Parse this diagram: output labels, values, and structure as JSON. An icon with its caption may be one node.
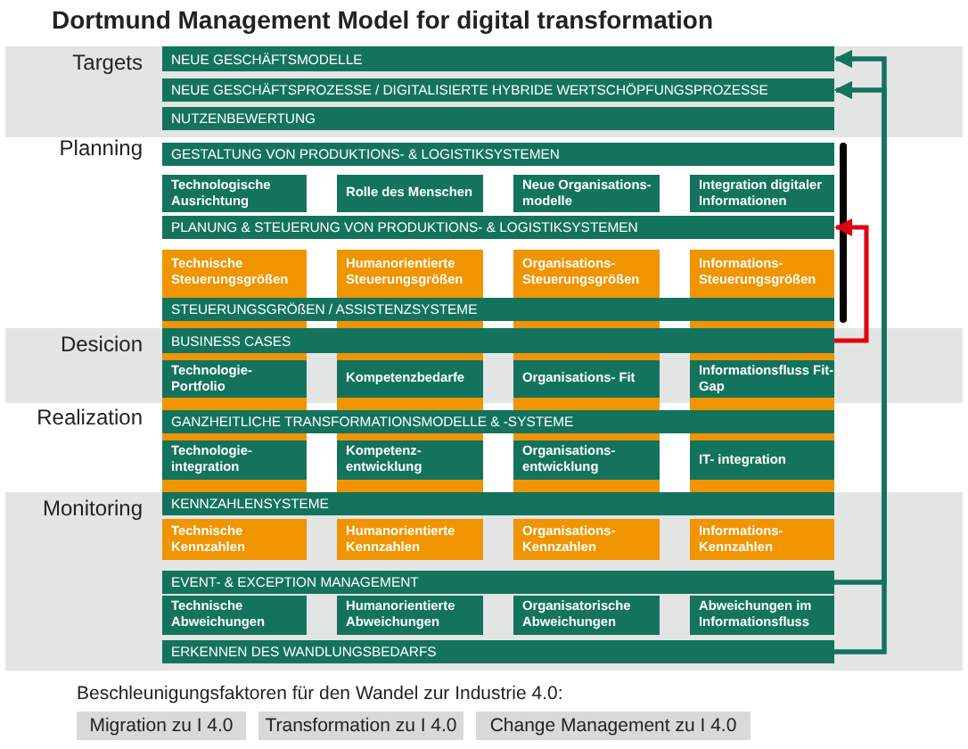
{
  "diagram": {
    "title": "Dortmund Management Model for digital transformation",
    "nodes": [
      {
        "text": [
          "NEUE GESCHÄFTSMODELLE"
        ]
      },
      {
        "text": [
          "NEUE GESCHÄFTSPROZESSE / DIGITALISIERTE HYBRIDE WERTSCHÖPFUNGSPROZESSE"
        ]
      },
      {
        "text": [
          "NUTZENBEWERTUNG"
        ]
      },
      {
        "text": [
          "GESTALTUNG VON PRODUKTIONS- & LOGISTIKSYSTEMEN"
        ]
      },
      {
        "text": [
          "Technologische Ausrichtung"
        ]
      },
      {
        "text": [
          "Rolle des Menschen"
        ]
      },
      {
        "text": [
          "Neue Organisations- modelle"
        ]
      },
      {
        "text": [
          "Integration digitaler Informationen"
        ]
      },
      {
        "text": [
          "PLANUNG & STEUERUNG VON PRODUKTIONS- & LOGISTIKSYSTEMEN"
        ]
      },
      {
        "text": [
          "Technische Steuerungsgrößen"
        ]
      },
      {
        "text": [
          "Humanorientierte Steuerungsgrößen"
        ]
      },
      {
        "text": [
          "Organisations- Steuerungsgrößen"
        ]
      },
      {
        "text": [
          "Informations- Steuerungsgrößen"
        ]
      },
      {
        "text": [
          "STEUERUNGSGRÖßEN / ASSISTENZSYSTEME"
        ]
      },
      {
        "text": [
          "BUSINESS CASES"
        ]
      },
      {
        "text": [
          "Technologie- Portfolio"
        ]
      },
      {
        "text": [
          "Kompetenzbedarfe"
        ]
      },
      {
        "text": [
          "Organisations- Fit"
        ]
      },
      {
        "text": [
          "Informationsfluss Fit-Gap"
        ]
      },
      {
        "text": [
          "GANZHEITLICHE TRANSFORMATIONSMODELLE & -SYSTEME"
        ]
      },
      {
        "text": [
          "Technologie- integration"
        ]
      },
      {
        "text": [
          "Kompetenz- entwicklung"
        ]
      },
      {
        "text": [
          "Organisations- entwicklung"
        ]
      },
      {
        "text": [
          "IT- integration"
        ]
      },
      {
        "text": [
          "KENNZAHLENSYSTEME"
        ]
      },
      {
        "text": [
          "Technische Kennzahlen"
        ]
      },
      {
        "text": [
          "Humanorientierte Kennzahlen"
        ]
      },
      {
        "text": [
          "Organisations- Kennzahlen"
        ]
      },
      {
        "text": [
          "Informations- Kennzahlen"
        ]
      },
      {
        "text": [
          "EVENT- & EXCEPTION MANAGEMENT"
        ]
      },
      {
        "text": [
          "Technische Abweichungen"
        ]
      },
      {
        "text": [
          "Humanorientierte Abweichungen"
        ]
      },
      {
        "text": [
          "Organisatorische Abweichungen"
        ]
      },
      {
        "text": [
          "Abweichungen im Informationsfluss"
        ]
      },
      {
        "text": [
          "ERKENNEN DES WANDLUNGSBEDARFS"
        ]
      },
      {
        "text": [
          "Migration zu I 4.0"
        ]
      },
      {
        "text": [
          "Transformation zu I 4.0"
        ]
      },
      {
        "text": [
          "Change Management zu I 4.0"
        ]
      }
    ],
    "edges": [
      {
        "from": 29,
        "to": 0,
        "arrow": "to"
      },
      {
        "from": 29,
        "to": 1,
        "arrow": "to"
      },
      {
        "from": 34,
        "to": 0,
        "arrow": "to"
      },
      {
        "from": 34,
        "to": 1,
        "arrow": "to"
      },
      {
        "from": 14,
        "to": 8,
        "arrow": "to",
        "color": "#e3000f"
      }
    ],
    "labels": [
      "Targets",
      "Planning",
      "Desicion",
      "Realization",
      "Monitoring",
      "Beschleunigungsfaktoren für den Wandel zur Industrie 4.0:"
    ]
  }
}
